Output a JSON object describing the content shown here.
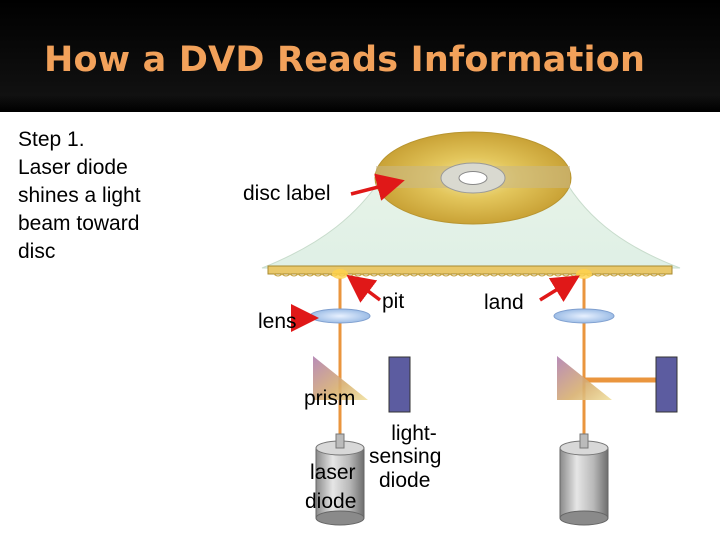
{
  "title": "How a DVD Reads Information",
  "step": {
    "lines": [
      "Step 1.",
      "Laser diode",
      "shines a light",
      "beam toward",
      "disc"
    ]
  },
  "labels": {
    "disc_label": "disc label",
    "lens": "lens",
    "pit": "pit",
    "land": "land",
    "prism": "prism",
    "light_sensing_diode": [
      "light-",
      "sensing",
      "diode"
    ],
    "laser_diode": [
      "laser",
      "diode"
    ]
  },
  "colors": {
    "title": "#f2a15a",
    "arrow": "#e01818",
    "disc_gold": "#d9b84a",
    "beam": "#e88a2a",
    "sensor": "#5c5ca0"
  }
}
